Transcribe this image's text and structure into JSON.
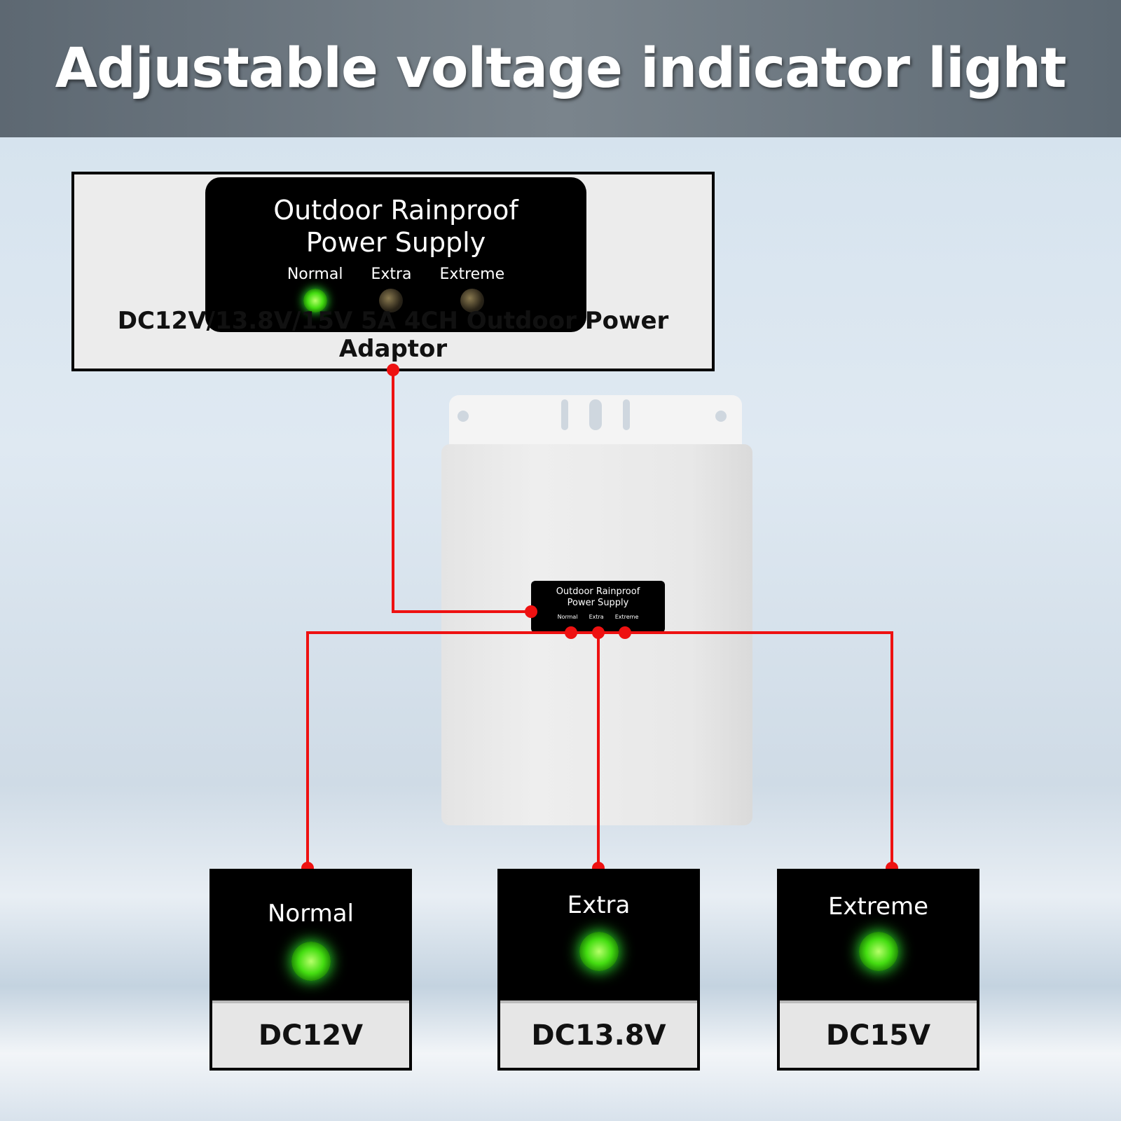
{
  "title": "Adjustable voltage indicator light",
  "panel": {
    "line1": "Outdoor  Rainproof",
    "line2": "Power Supply",
    "leds": [
      {
        "label": "Normal",
        "on": true
      },
      {
        "label": "Extra",
        "on": false
      },
      {
        "label": "Extreme",
        "on": false
      }
    ]
  },
  "caption": "DC12V/13.8V/15V 5A 4CH Outdoor Power Adaptor",
  "outputs": [
    {
      "label": "Normal",
      "voltage": "DC12V"
    },
    {
      "label": "Extra",
      "voltage": "DC13.8V"
    },
    {
      "label": "Extreme",
      "voltage": "DC15V"
    }
  ],
  "colors": {
    "connector": "#ee1111",
    "led_on": "#44dd11"
  }
}
